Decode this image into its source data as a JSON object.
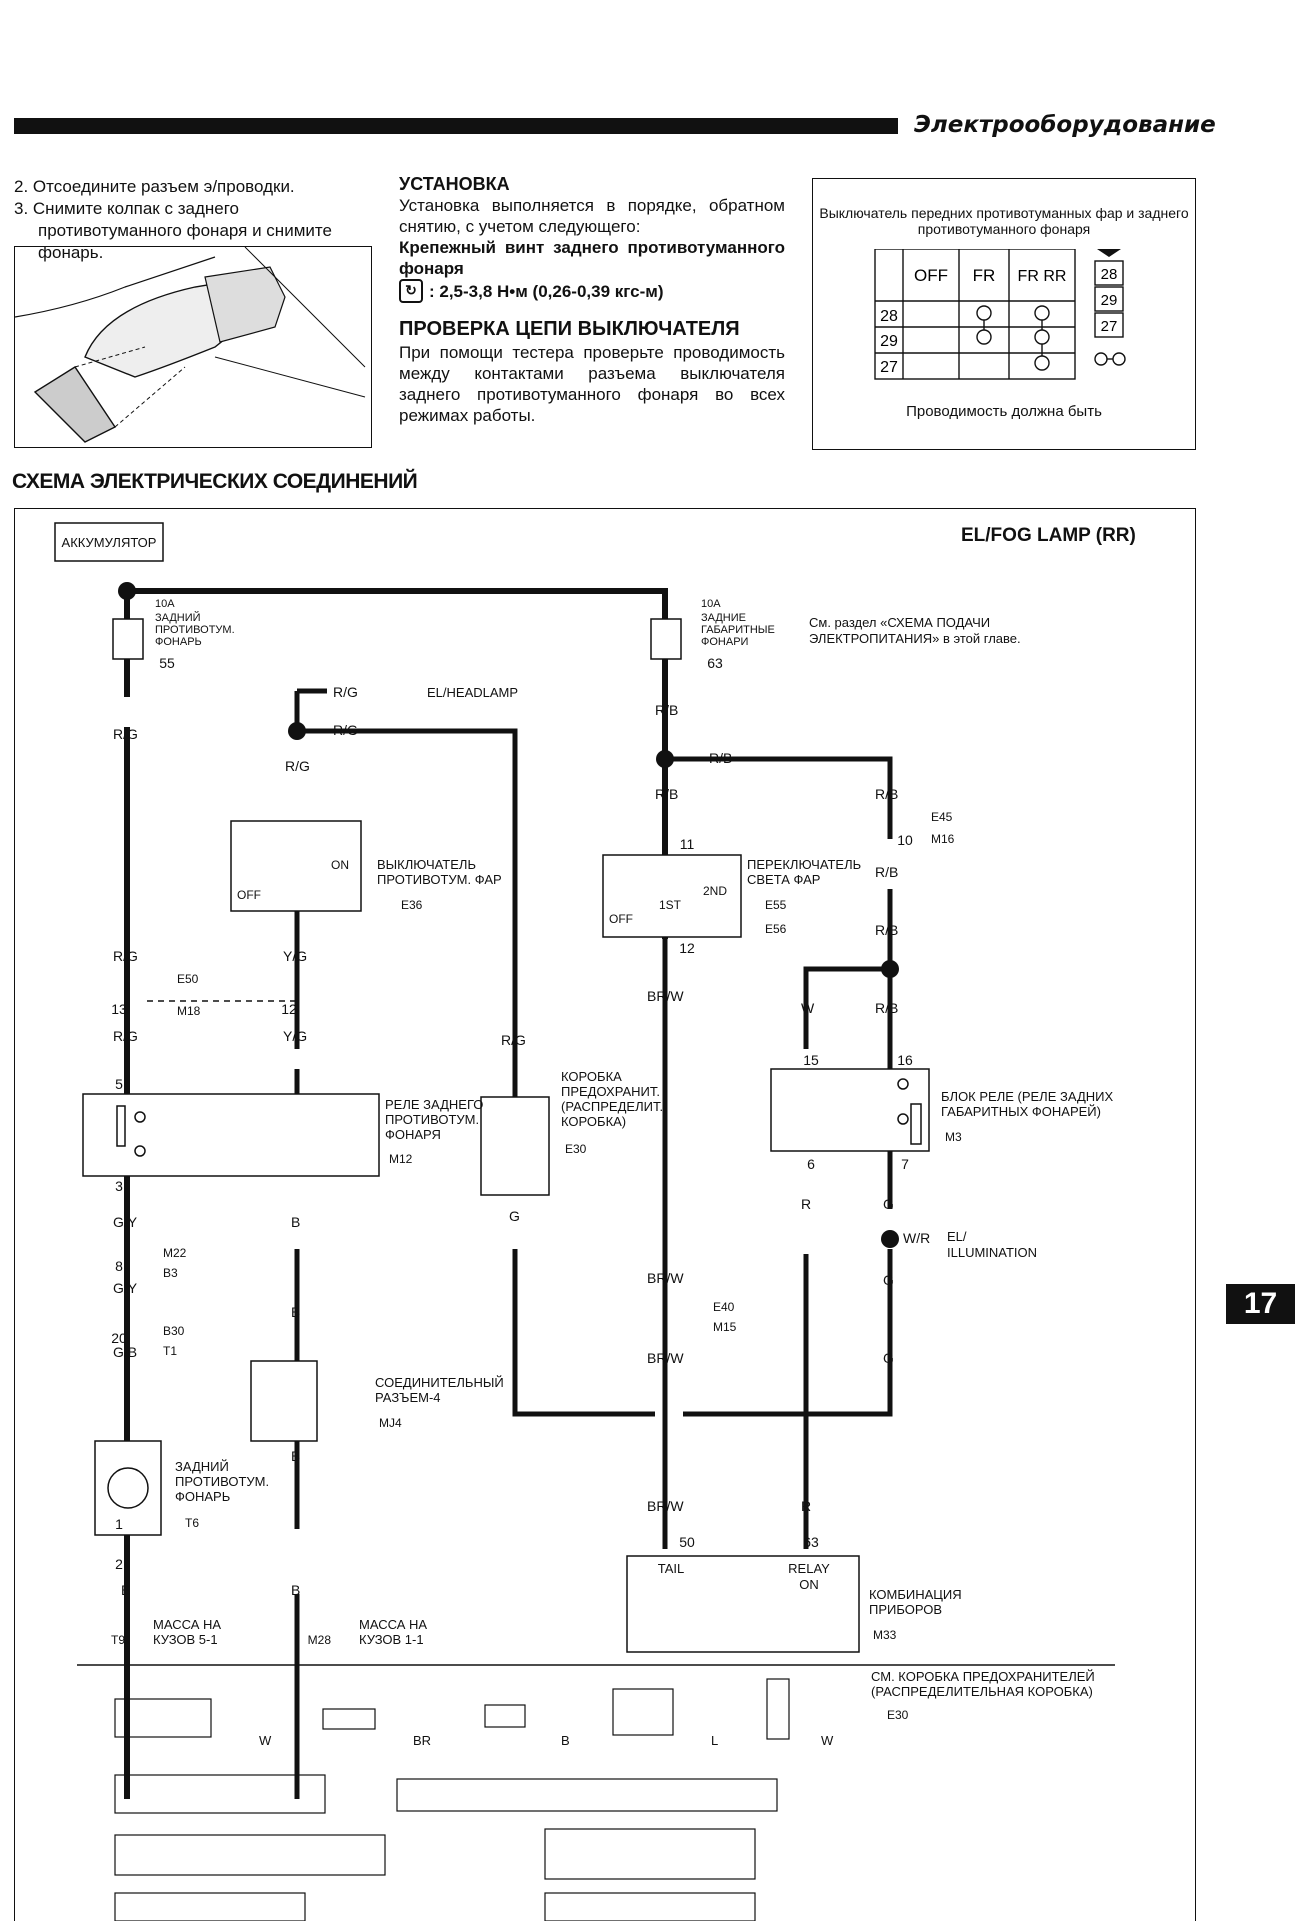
{
  "header": {
    "title": "Электрооборудование"
  },
  "left": {
    "steps": [
      "2. Отсоедините разъем э/проводки.",
      "3. Снимите колпак с заднего противотуманного фонаря и снимите фонарь."
    ]
  },
  "install": {
    "heading": "УСТАНОВКА",
    "text": "Установка выполняется в порядке, обратном снятию, с учетом следующего:",
    "bold_note": "Крепежный винт заднего противотуманного фонаря",
    "torque": ": 2,5-3,8 Н•м (0,26-0,39 кгс-м)"
  },
  "check": {
    "heading": "ПРОВЕРКА ЦЕПИ ВЫКЛЮЧАТЕЛЯ",
    "text": "При помощи тестера проверьте проводимость между контактами разъема выключателя заднего противотуманного фонаря во всех режимах работы."
  },
  "switch_table": {
    "title": "Выключатель передних противотуманных фар и заднего противотуманного фонаря",
    "cols": [
      "OFF",
      "FR",
      "FR RR"
    ],
    "rows": [
      "28",
      "29",
      "27"
    ],
    "pins": [
      "28",
      "29",
      "27"
    ],
    "note": "Проводимость должна быть"
  },
  "section_title": "СХЕМА ЭЛЕКТРИЧЕСКИХ СОЕДИНЕНИЙ",
  "diagram": {
    "title": "EL/FOG LAMP (RR)",
    "battery": "АККУМУЛЯТОР",
    "fuse1": {
      "rating": "10A",
      "label": [
        "ЗАДНИЙ",
        "ПРОТИВОТУМ.",
        "ФОНАРЬ"
      ],
      "no": "55"
    },
    "fuse2": {
      "rating": "10A",
      "label": [
        "ЗАДНИЕ",
        "ГАБАРИТНЫЕ",
        "ФОНАРИ"
      ],
      "no": "63"
    },
    "see_note": [
      "См. раздел «СХЕМА ПОДАЧИ",
      "ЭЛЕКТРОПИТАНИЯ» в этой главе."
    ],
    "wires": {
      "rg": "R/G",
      "rb": "R/B",
      "yg": "Y/G",
      "gy": "G/Y",
      "gb": "G/B",
      "b": "B",
      "g": "G",
      "brw": "BR/W",
      "r": "R",
      "w": "W",
      "wr": "W/R"
    },
    "headlamp": "EL/HEADLAMP",
    "illum": [
      "EL/",
      "ILLUMINATION"
    ],
    "sw_fog": {
      "label": [
        "ВЫКЛЮЧАТЕЛЬ",
        "ПРОТИВОТУМ. ФАР"
      ],
      "conn": "E36",
      "off": "OFF",
      "on": "ON"
    },
    "sw_light": {
      "label": [
        "ПЕРЕКЛЮЧАТЕЛЬ",
        "СВЕТА ФАР"
      ],
      "conn1": "E55",
      "conn2": "E56",
      "off": "OFF",
      "s1": "1ST",
      "s2": "2ND"
    },
    "relay_fog": {
      "label": [
        "РЕЛЕ ЗАДНЕГО",
        "ПРОТИВОТУМ.",
        "ФОНАРЯ"
      ],
      "conn": "M12"
    },
    "fuse_box": {
      "label": [
        "КОРОБКА",
        "ПРЕДОХРАНИТ.",
        "(РАСПРЕДЕЛИТ.",
        "КОРОБКА)"
      ],
      "conn": "E30"
    },
    "relay_tail": {
      "label": [
        "БЛОК РЕЛЕ (РЕЛЕ ЗАДНИХ",
        "ГАБАРИТНЫХ ФОНАРЕЙ)"
      ],
      "conn": "M3"
    },
    "joint": {
      "label": [
        "СОЕДИНИТЕЛЬНЫЙ",
        "РАЗЪЕМ-4"
      ],
      "conn": "MJ4"
    },
    "lamp": {
      "label": [
        "ЗАДНИЙ",
        "ПРОТИВОТУМ.",
        "ФОНАРЬ"
      ],
      "conn": "T6"
    },
    "meter": {
      "label": [
        "КОМБИНАЦИЯ",
        "ПРИБОРОВ"
      ],
      "conn": "M33",
      "tail": "TAIL",
      "relay": "RELAY",
      "on": "ON"
    },
    "gnd1": {
      "label": [
        "МАССА НА",
        "КУЗОВ 5-1"
      ],
      "conn": "T9"
    },
    "gnd2": {
      "label": [
        "МАССА НА",
        "КУЗОВ 1-1"
      ],
      "conn": "M28"
    },
    "conns": {
      "e50": "E50",
      "m18": "M18",
      "m22": "M22",
      "b3": "B3",
      "b30": "B30",
      "t1": "T1",
      "e40": "E40",
      "m15": "M15",
      "e45": "E45",
      "m16": "M16"
    },
    "pins": {
      "p1": "1",
      "p2": "2",
      "p3": "3",
      "p5": "5",
      "p6": "6",
      "p7": "7",
      "p8": "8",
      "p10": "10",
      "p11": "11",
      "p12": "12",
      "p13": "13",
      "p15": "15",
      "p16": "16",
      "p20": "20",
      "p50": "50",
      "p63": "63"
    },
    "fusebox_note": [
      "СМ. КОРОБКА ПРЕДОХРАНИТЕЛЕЙ",
      "(РАСПРЕДЕЛИТЕЛЬНАЯ КОРОБКА)"
    ],
    "fusebox_conn": "E30",
    "colors": {
      "w": "W",
      "br": "BR",
      "b": "B",
      "l": "L"
    }
  },
  "page_tab": "17"
}
